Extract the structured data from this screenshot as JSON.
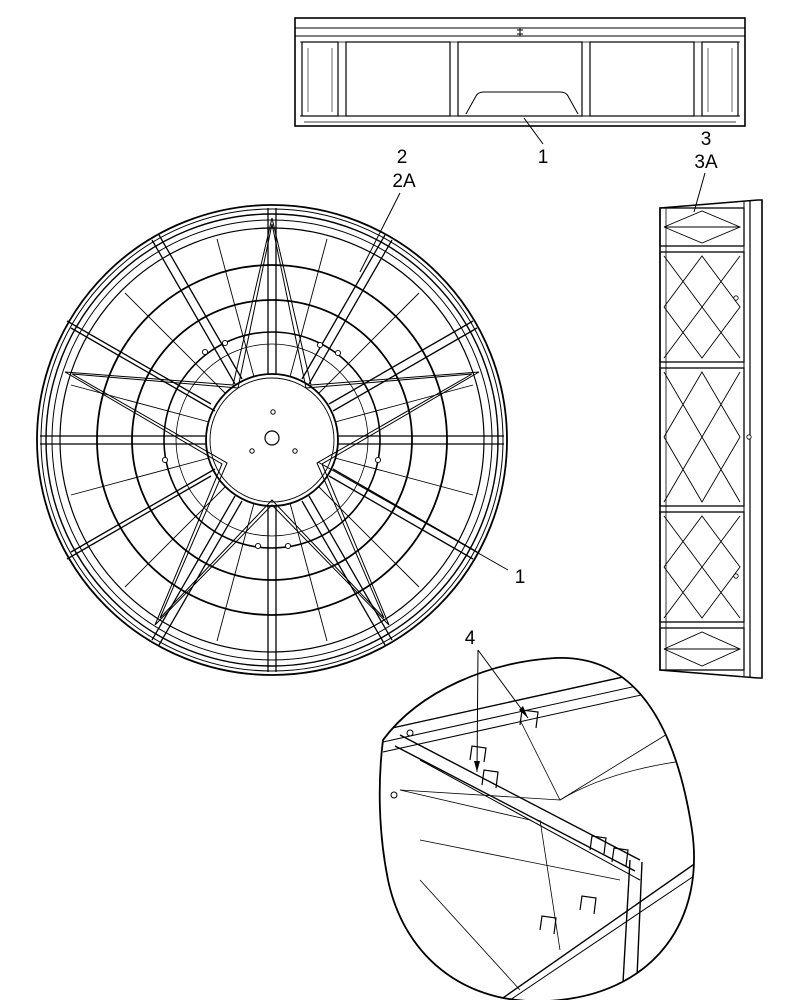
{
  "callouts": {
    "c1_top": "1",
    "c2": "2",
    "c2a": "2A",
    "c3": "3",
    "c3a": "3A",
    "c1_wheel": "1",
    "c4": "4"
  }
}
